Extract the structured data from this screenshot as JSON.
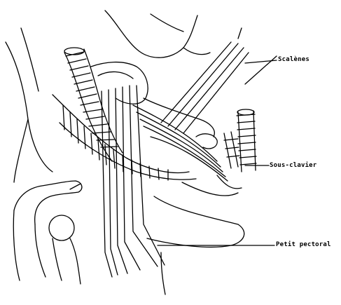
{
  "figure": {
    "labels": {
      "scalenes": "Scalènes",
      "subclavius": "Sous-clavier",
      "pectoralis_minor": "Petit pectoral"
    }
  }
}
